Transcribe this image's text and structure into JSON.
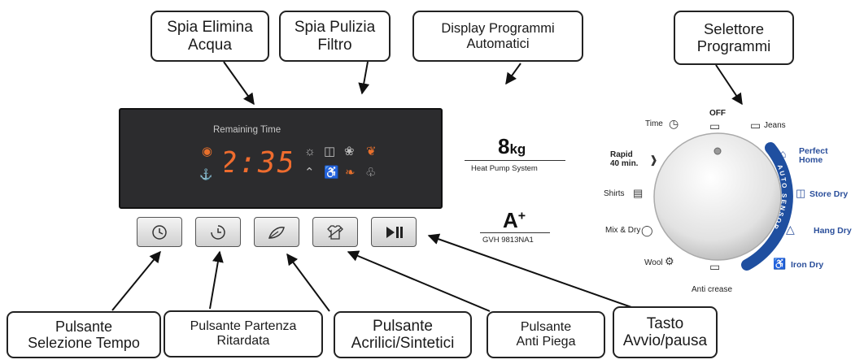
{
  "callouts": {
    "spia_elimina_acqua": "Spia Elimina\nAcqua",
    "spia_pulizia_filtro": "Spia Pulizia\nFiltro",
    "display_programmi": "Display Programmi\nAutomatici",
    "selettore_programmi": "Selettore\nProgrammi",
    "pulsante_selezione_tempo": "Pulsante\nSelezione Tempo",
    "pulsante_partenza_ritardata": "Pulsante Partenza\nRitardata",
    "pulsante_acrilici": "Pulsante\nAcrilici/Sintetici",
    "pulsante_anti_piega": "Pulsante\nAnti Piega",
    "tasto_avvio": "Tasto\nAvvio/pausa"
  },
  "display": {
    "label": "Remaining Time",
    "time": "2:35"
  },
  "capacity": {
    "value": "8",
    "unit": "kg",
    "system": "Heat Pump System"
  },
  "energy": {
    "class": "A",
    "plus": "+",
    "model": "GVH 9813NA1"
  },
  "dial": {
    "off": "OFF",
    "jeans": "Jeans",
    "time": "Time",
    "rapid": "Rapid\n40 min.",
    "shirts": "Shirts",
    "mix_dry": "Mix & Dry",
    "wool": "Wool",
    "anti_crease": "Anti crease",
    "perfect_home": "Perfect\nHome",
    "store_dry": "Store Dry",
    "hang_dry": "Hang Dry",
    "iron_dry": "Iron Dry",
    "auto_sensor": "AUTO SENSOR"
  },
  "colors": {
    "panel": "#2c2c2e",
    "led_orange": "#ef6c2e",
    "sensor_arc": "#1f4fa0"
  },
  "icons": {
    "buttons": [
      "clock-icon",
      "delay-clock-icon",
      "leaf-icon",
      "shirt-no-crease-icon",
      "play-pause-icon"
    ]
  }
}
